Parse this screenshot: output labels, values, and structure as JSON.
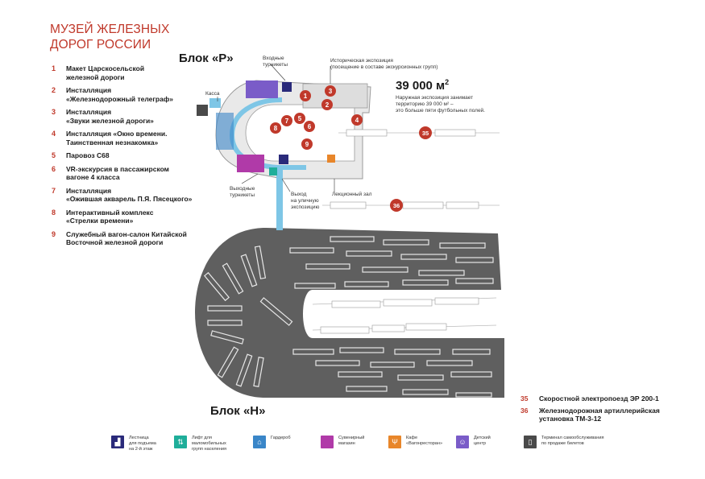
{
  "title": "МУЗЕЙ ЖЕЛЕЗНЫХ\nДОРОГ РОССИИ",
  "legend": [
    {
      "num": "1",
      "text": "Макет Царскосельской\nжелезной дороги"
    },
    {
      "num": "2",
      "text": "Инсталляция\n«Железнодорожный телеграф»"
    },
    {
      "num": "3",
      "text": "Инсталляция\n«Звуки железной дороги»"
    },
    {
      "num": "4",
      "text": "Инсталляция «Окно времени.\nТаинственная незнакомка»"
    },
    {
      "num": "5",
      "text": "Паровоз С68"
    },
    {
      "num": "6",
      "text": "VR-экскурсия в пассажирском\nвагоне 4 класса"
    },
    {
      "num": "7",
      "text": "Инсталляция\n«Ожившая акварель П.Я. Пясецкого»"
    },
    {
      "num": "8",
      "text": "Интерактивный комплекс\n«Стрелки времени»"
    },
    {
      "num": "9",
      "text": "Служебный вагон-салон Китайской\nВосточной железной дороги"
    }
  ],
  "blocks": {
    "r": "Блок «Р»",
    "n": "Блок «Н»"
  },
  "map_labels": {
    "entry_turnstiles": "Входные\nтурникеты",
    "historical": "Историческая экспозиция\n(посещение в составе экскурсионных групп)",
    "kassa": "Касса",
    "exit_turnstiles": "Выходные\nтурникеты",
    "exit_street": "Выход\nна уличную\nэкспозицию",
    "lecture": "Лекционный зал"
  },
  "stat": {
    "value": "39 000 м",
    "sup": "2",
    "desc": "Наружная экспозиция занимает\nтерриторию 39 000 м² –\nэто больше пяти футбольных полей."
  },
  "markers": [
    "1",
    "2",
    "3",
    "4",
    "5",
    "6",
    "7",
    "8",
    "9",
    "35",
    "36"
  ],
  "right_legend": [
    {
      "num": "35",
      "text": "Скоростной электропоезд ЭР 200-1"
    },
    {
      "num": "36",
      "text": "Железнодорожная артиллерийская\nустановка ТМ-3-12"
    }
  ],
  "icon_legend": [
    {
      "icon": "stairs-icon",
      "color": "#2a2a7a",
      "glyph": "▟",
      "text": "Лестница\nдля подъема\nна 2-й этаж"
    },
    {
      "icon": "lift-icon",
      "color": "#1fae9a",
      "glyph": "⇅",
      "text": "Лифт для\nмаломобильных\nгрупп населения"
    },
    {
      "icon": "wardrobe-icon",
      "color": "#3a86c8",
      "glyph": "⌂",
      "text": "Гардероб"
    },
    {
      "icon": "shop-icon",
      "color": "#b03aa8",
      "glyph": "",
      "text": "Сувенирный\nмагазин"
    },
    {
      "icon": "cafe-icon",
      "color": "#e8862a",
      "glyph": "Ψ",
      "text": "Кафе\n«Вагонресторан»"
    },
    {
      "icon": "kids-icon",
      "color": "#7a5cc8",
      "glyph": "☺",
      "text": "Детский\nцентр"
    },
    {
      "icon": "terminal-icon",
      "color": "#4a4a4a",
      "glyph": "▯",
      "text": "Терминал самообслуживания\nпо продаже билетов"
    }
  ],
  "colors": {
    "accent": "#c0392b",
    "map_dark": "#5f5f5f",
    "building": "#c8c8c8",
    "corridor": "#7ec6e6"
  }
}
